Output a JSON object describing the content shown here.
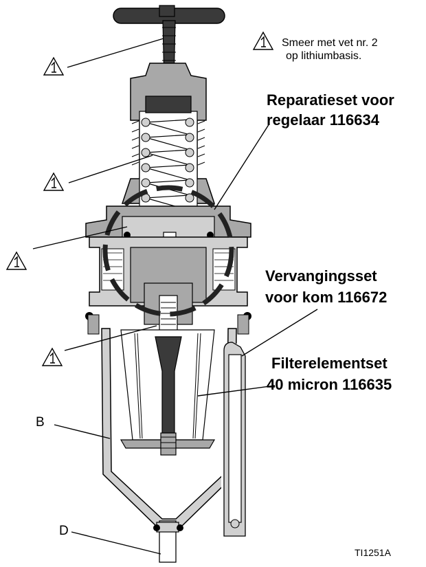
{
  "legend": {
    "icon": "warning-triangle-1-icon",
    "line1": "Smeer met vet nr. 2",
    "line2": "op lithiumbasis."
  },
  "callouts": {
    "regulator_kit_line1": "Reparatieset voor",
    "regulator_kit_line2": "regelaar 116634",
    "bowl_kit_line1": "Vervangingsset",
    "bowl_kit_line2": "voor kom 116672",
    "filter_kit_line1": "Filterelementset",
    "filter_kit_line2": "40 micron 116635",
    "label_b": "B",
    "label_d": "D",
    "figure_id": "TI1251A"
  },
  "colors": {
    "dark": "#3a3a3a",
    "mid": "#a8a8a8",
    "light": "#d0d0d0",
    "outline": "#000000"
  }
}
